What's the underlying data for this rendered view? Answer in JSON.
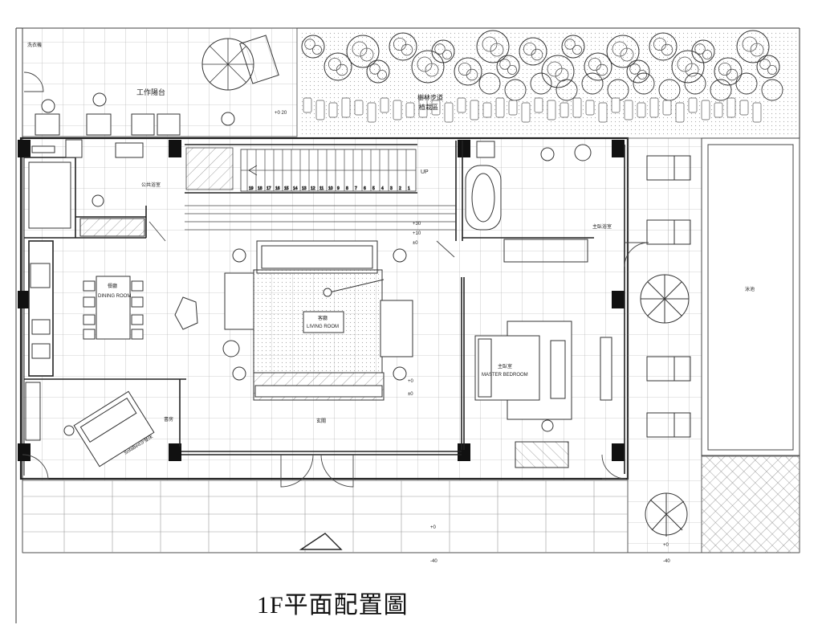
{
  "plan": {
    "title": "1F平面配置圖",
    "labels": {
      "work_balcony": "工作陽台",
      "corner": "洗衣機",
      "forest_top": "樹林步道",
      "forest_bottom": "植栽區",
      "public_bath": "公共浴室",
      "master_bath": "主臥浴室",
      "dining_cn": "餐廳",
      "dining_en": "DINING ROOM",
      "living_cn": "客廳",
      "living_en": "LIVING ROOM",
      "study": "書房",
      "sofa_bed": "SofaBed沙發床",
      "master_cn": "主臥室",
      "master_en": "MASTER BEDROOM",
      "foyer": "玄關",
      "pool": "泳池",
      "up": "UP",
      "lv_stair": "+0  20",
      "lv_a": "+30",
      "lv_b": "+10",
      "lv_c": "±0",
      "lv_d": "+0",
      "lv_e": "±0",
      "lv_f": "+0",
      "lv_g": "-40",
      "lv_h": "+0",
      "lv_i": "-40"
    },
    "stair_numbers": [
      "19",
      "18",
      "17",
      "16",
      "15",
      "14",
      "13",
      "12",
      "11",
      "10",
      "9",
      "8",
      "7",
      "6",
      "5",
      "4",
      "3",
      "2",
      "1"
    ],
    "colors": {
      "line": "#222222",
      "grid": "#9a9a9a",
      "hatch": "#777777",
      "fill": "#111111"
    }
  }
}
